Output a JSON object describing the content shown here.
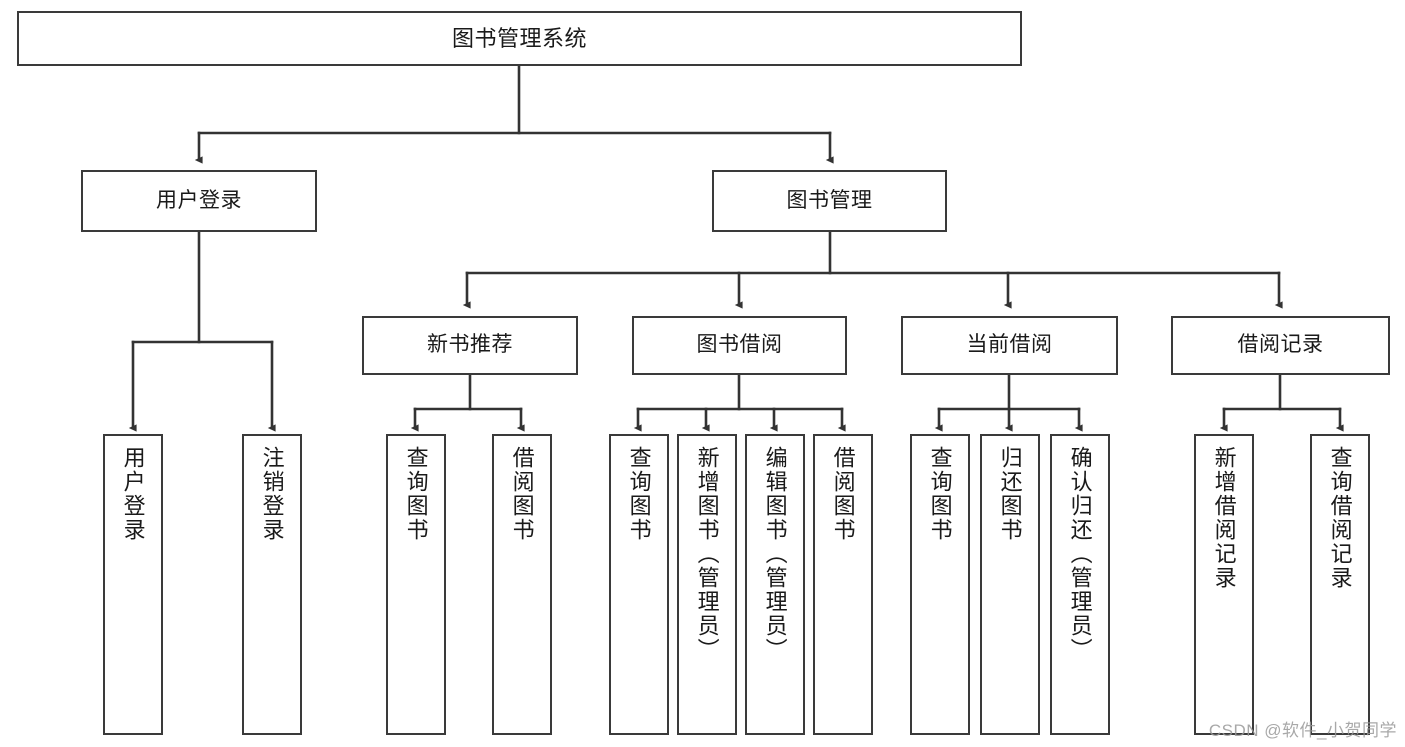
{
  "diagram": {
    "title": "图书管理系统",
    "type": "function-structure-tree",
    "colors": {
      "box_border": "#3a3a3a",
      "box_fill": "#ffffff",
      "connector": "#333333",
      "text": "#1a1a1a",
      "watermark": "#9a9a9a"
    },
    "watermark": "CSDN @软件_小贺同学",
    "nodes": {
      "root": {
        "label": "图书管理系统"
      },
      "level2": [
        {
          "id": "user-login",
          "label": "用户登录"
        },
        {
          "id": "book-manage",
          "label": "图书管理"
        }
      ],
      "level3": [
        {
          "id": "new-book-recommend",
          "label": "新书推荐"
        },
        {
          "id": "book-borrow",
          "label": "图书借阅"
        },
        {
          "id": "current-borrow",
          "label": "当前借阅"
        },
        {
          "id": "borrow-record",
          "label": "借阅记录"
        }
      ],
      "leaves": {
        "user-login": [
          {
            "id": "leaf-user-login",
            "label": "用户登录"
          },
          {
            "id": "leaf-logout-login",
            "label": "注销登录"
          }
        ],
        "new-book-recommend": [
          {
            "id": "leaf-query-book-1",
            "label": "查询图书"
          },
          {
            "id": "leaf-borrow-book-1",
            "label": "借阅图书"
          }
        ],
        "book-borrow": [
          {
            "id": "leaf-query-book-2",
            "label": "查询图书"
          },
          {
            "id": "leaf-add-book",
            "label": "新增图书（管理员）"
          },
          {
            "id": "leaf-edit-book",
            "label": "编辑图书（管理员）"
          },
          {
            "id": "leaf-borrow-book-2",
            "label": "借阅图书"
          }
        ],
        "current-borrow": [
          {
            "id": "leaf-query-book-3",
            "label": "查询图书"
          },
          {
            "id": "leaf-return-book",
            "label": "归还图书"
          },
          {
            "id": "leaf-confirm-return",
            "label": "确认归还（管理员）"
          }
        ],
        "borrow-record": [
          {
            "id": "leaf-add-record",
            "label": "新增借阅记录"
          },
          {
            "id": "leaf-query-record",
            "label": "查询借阅记录"
          }
        ]
      }
    }
  }
}
